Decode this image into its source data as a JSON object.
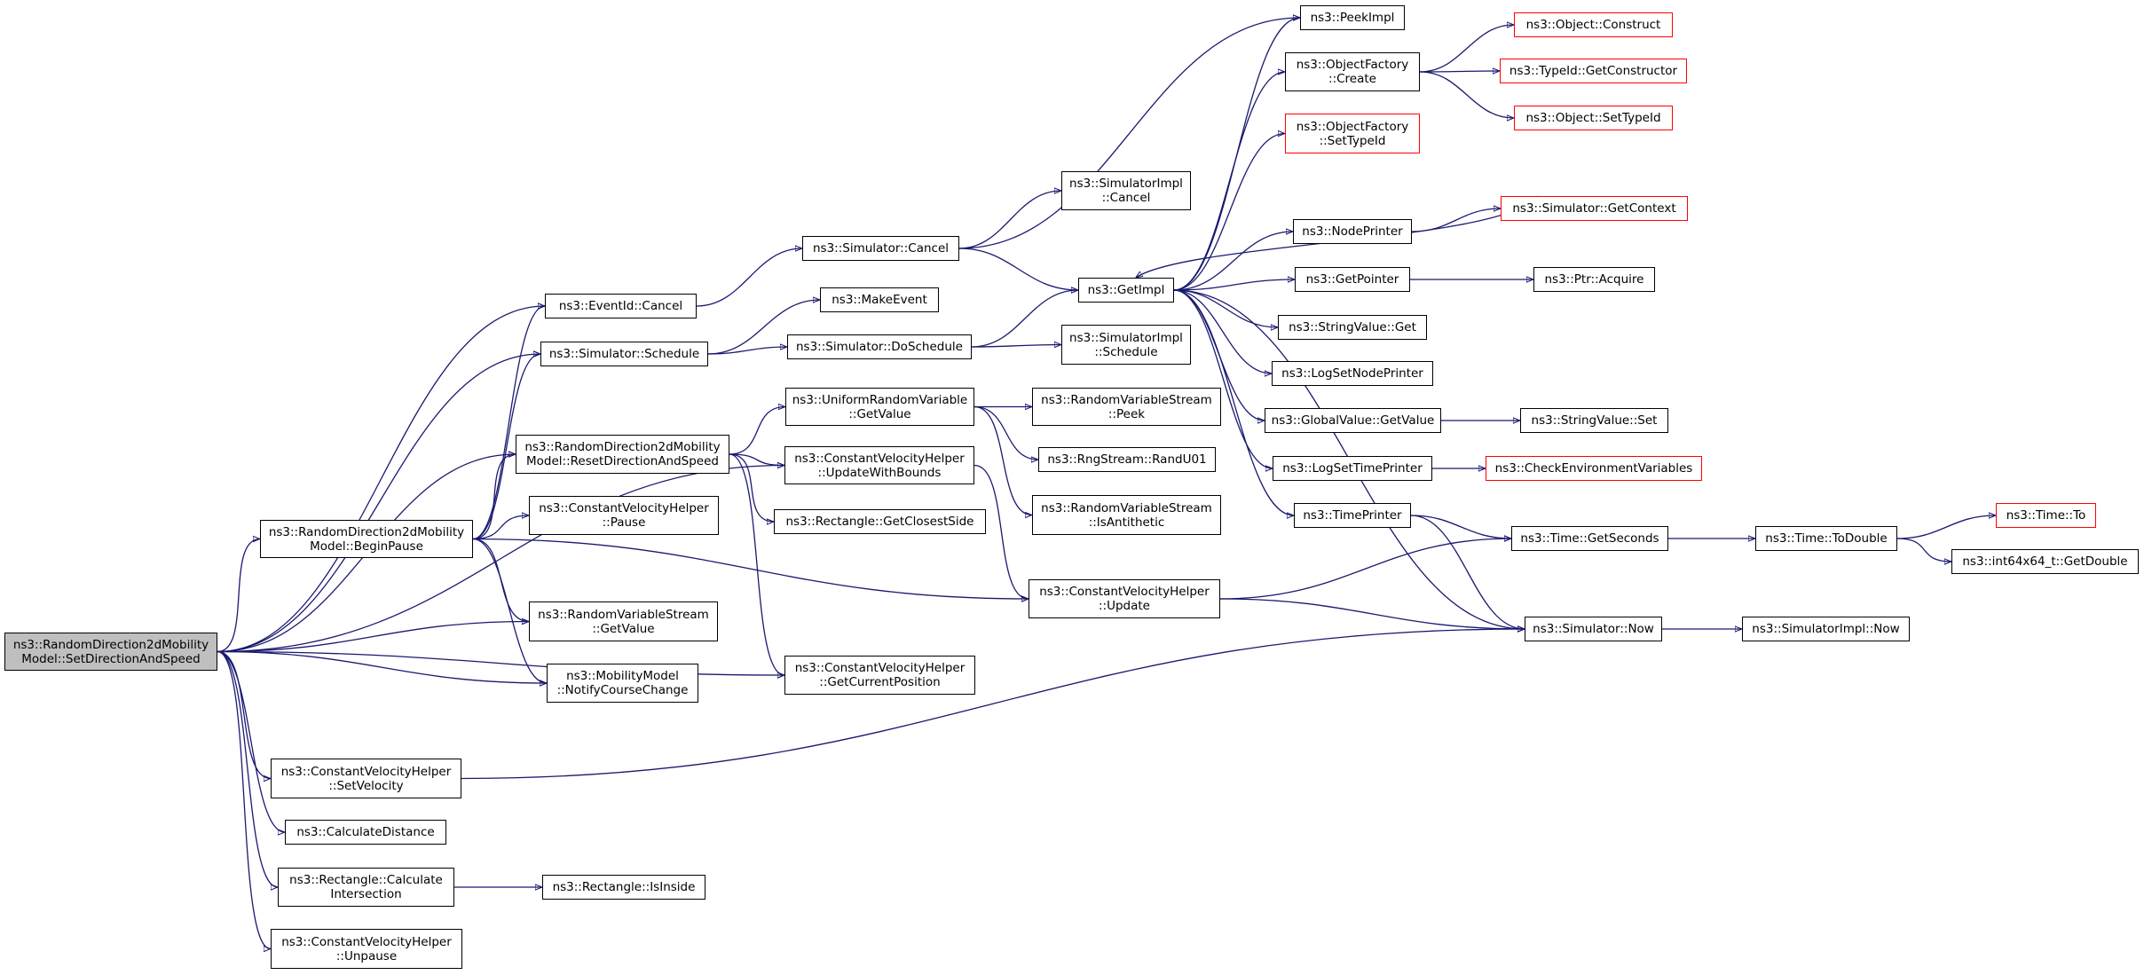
{
  "diagram": {
    "type": "doxygen-call-graph",
    "colors": {
      "edge": "#191970",
      "node_border": "#000000",
      "truncated_border": "#ff0000",
      "root_fill": "#bfbfbf"
    },
    "nodes": {
      "root": "ns3::RandomDirection2dMobility\nModel::SetDirectionAndSpeed",
      "eventid_cancel": "ns3::EventId::Cancel",
      "sim_schedule": "ns3::Simulator::Schedule",
      "reset_dir": "ns3::RandomDirection2dMobility\nModel::ResetDirectionAndSpeed",
      "begin_pause": "ns3::RandomDirection2dMobility\nModel::BeginPause",
      "cvh_pause": "ns3::ConstantVelocityHelper\n::Pause",
      "rvs_getvalue": "ns3::RandomVariableStream\n::GetValue",
      "mm_notify": "ns3::MobilityModel\n::NotifyCourseChange",
      "cvh_setvelocity": "ns3::ConstantVelocityHelper\n::SetVelocity",
      "calc_distance": "ns3::CalculateDistance",
      "rect_calc_inter": "ns3::Rectangle::Calculate\nIntersection",
      "cvh_unpause": "ns3::ConstantVelocityHelper\n::Unpause",
      "rect_isinside": "ns3::Rectangle::IsInside",
      "sim_cancel": "ns3::Simulator::Cancel",
      "make_event": "ns3::MakeEvent",
      "sim_doschedule": "ns3::Simulator::DoSchedule",
      "urv_getvalue": "ns3::UniformRandomVariable\n::GetValue",
      "cvh_updatebounds": "ns3::ConstantVelocityHelper\n::UpdateWithBounds",
      "rect_closest": "ns3::Rectangle::GetClosestSide",
      "cvh_getpos": "ns3::ConstantVelocityHelper\n::GetCurrentPosition",
      "simimpl_cancel": "ns3::SimulatorImpl\n::Cancel",
      "get_impl": "ns3::GetImpl",
      "simimpl_schedule": "ns3::SimulatorImpl\n::Schedule",
      "rvs_peek": "ns3::RandomVariableStream\n::Peek",
      "rng_randu01": "ns3::RngStream::RandU01",
      "rvs_isanti": "ns3::RandomVariableStream\n::IsAntithetic",
      "cvh_update": "ns3::ConstantVelocityHelper\n::Update",
      "peek_impl": "ns3::PeekImpl",
      "of_create": "ns3::ObjectFactory\n::Create",
      "of_settypeid": "ns3::ObjectFactory\n::SetTypeId",
      "node_printer": "ns3::NodePrinter",
      "get_pointer": "ns3::GetPointer",
      "stringvalue_get": "ns3::StringValue::Get",
      "log_set_node": "ns3::LogSetNodePrinter",
      "gv_getvalue": "ns3::GlobalValue::GetValue",
      "log_set_time": "ns3::LogSetTimePrinter",
      "time_printer": "ns3::TimePrinter",
      "obj_construct": "ns3::Object::Construct",
      "typeid_getctor": "ns3::TypeId::GetConstructor",
      "obj_settypeid": "ns3::Object::SetTypeId",
      "sim_getcontext": "ns3::Simulator::GetContext",
      "ptr_acquire": "ns3::Ptr::Acquire",
      "stringvalue_set": "ns3::StringValue::Set",
      "check_env": "ns3::CheckEnvironmentVariables",
      "time_getseconds": "ns3::Time::GetSeconds",
      "sim_now": "ns3::Simulator::Now",
      "time_todouble": "ns3::Time::ToDouble",
      "simimpl_now": "ns3::SimulatorImpl::Now",
      "time_to": "ns3::Time::To",
      "int64_getdouble": "ns3::int64x64_t::GetDouble"
    },
    "truncated": [
      "obj_construct",
      "typeid_getctor",
      "obj_settypeid",
      "of_settypeid",
      "sim_getcontext",
      "check_env",
      "time_to"
    ],
    "edges": [
      [
        "root",
        "eventid_cancel"
      ],
      [
        "root",
        "sim_schedule"
      ],
      [
        "root",
        "reset_dir"
      ],
      [
        "root",
        "cvh_updatebounds"
      ],
      [
        "root",
        "begin_pause"
      ],
      [
        "root",
        "rvs_getvalue"
      ],
      [
        "root",
        "mm_notify"
      ],
      [
        "root",
        "cvh_getpos"
      ],
      [
        "root",
        "cvh_setvelocity"
      ],
      [
        "root",
        "calc_distance"
      ],
      [
        "root",
        "rect_calc_inter"
      ],
      [
        "root",
        "cvh_unpause"
      ],
      [
        "eventid_cancel",
        "sim_cancel"
      ],
      [
        "sim_schedule",
        "make_event"
      ],
      [
        "sim_schedule",
        "sim_doschedule"
      ],
      [
        "reset_dir",
        "urv_getvalue"
      ],
      [
        "reset_dir",
        "cvh_updatebounds"
      ],
      [
        "reset_dir",
        "rect_closest"
      ],
      [
        "reset_dir",
        "cvh_getpos"
      ],
      [
        "begin_pause",
        "eventid_cancel"
      ],
      [
        "begin_pause",
        "sim_schedule"
      ],
      [
        "begin_pause",
        "reset_dir"
      ],
      [
        "begin_pause",
        "cvh_pause"
      ],
      [
        "begin_pause",
        "rvs_getvalue"
      ],
      [
        "begin_pause",
        "mm_notify"
      ],
      [
        "begin_pause",
        "cvh_update"
      ],
      [
        "cvh_setvelocity",
        "sim_now"
      ],
      [
        "rect_calc_inter",
        "rect_isinside"
      ],
      [
        "sim_cancel",
        "simimpl_cancel"
      ],
      [
        "sim_cancel",
        "get_impl"
      ],
      [
        "sim_cancel",
        "peek_impl"
      ],
      [
        "sim_doschedule",
        "get_impl"
      ],
      [
        "sim_doschedule",
        "simimpl_schedule"
      ],
      [
        "urv_getvalue",
        "rvs_peek"
      ],
      [
        "urv_getvalue",
        "rng_randu01"
      ],
      [
        "urv_getvalue",
        "rvs_isanti"
      ],
      [
        "cvh_updatebounds",
        "cvh_update"
      ],
      [
        "cvh_update",
        "time_getseconds"
      ],
      [
        "cvh_update",
        "sim_now"
      ],
      [
        "get_impl",
        "peek_impl"
      ],
      [
        "get_impl",
        "of_create"
      ],
      [
        "get_impl",
        "of_settypeid"
      ],
      [
        "get_impl",
        "node_printer"
      ],
      [
        "get_impl",
        "get_pointer"
      ],
      [
        "get_impl",
        "stringvalue_get"
      ],
      [
        "get_impl",
        "log_set_node"
      ],
      [
        "get_impl",
        "gv_getvalue"
      ],
      [
        "get_impl",
        "log_set_time"
      ],
      [
        "get_impl",
        "time_printer"
      ],
      [
        "get_impl",
        "sim_now"
      ],
      [
        "of_create",
        "obj_construct"
      ],
      [
        "of_create",
        "typeid_getctor"
      ],
      [
        "of_create",
        "obj_settypeid"
      ],
      [
        "node_printer",
        "sim_getcontext"
      ],
      [
        "sim_getcontext",
        "get_impl"
      ],
      [
        "get_pointer",
        "ptr_acquire"
      ],
      [
        "gv_getvalue",
        "stringvalue_set"
      ],
      [
        "log_set_time",
        "check_env"
      ],
      [
        "time_printer",
        "time_getseconds"
      ],
      [
        "time_printer",
        "sim_now"
      ],
      [
        "time_getseconds",
        "time_todouble"
      ],
      [
        "sim_now",
        "simimpl_now"
      ],
      [
        "time_todouble",
        "time_to"
      ],
      [
        "time_todouble",
        "int64_getdouble"
      ]
    ]
  }
}
